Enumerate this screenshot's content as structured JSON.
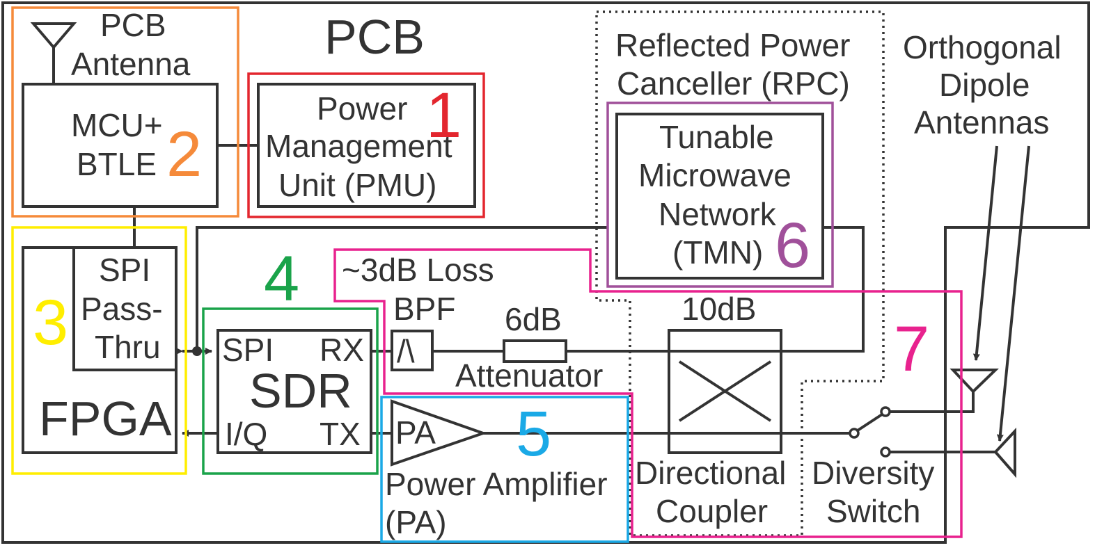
{
  "title": "PCB",
  "labels": {
    "pcb_antenna_1": "PCB",
    "pcb_antenna_2": "Antenna",
    "mcu_1": "MCU+",
    "mcu_2": "BTLE",
    "pmu_1": "Power",
    "pmu_2": "Management",
    "pmu_3": "Unit (PMU)",
    "rpc_1": "Reflected Power",
    "rpc_2": "Canceller (RPC)",
    "tmn_1": "Tunable",
    "tmn_2": "Microwave",
    "tmn_3": "Network",
    "tmn_4": "(TMN)",
    "dipole_1": "Orthogonal",
    "dipole_2": "Dipole",
    "dipole_3": "Antennas",
    "spi_pass_1": "SPI",
    "spi_pass_2": "Pass-",
    "spi_pass_3": "Thru",
    "fpga": "FPGA",
    "loss": "~3dB Loss",
    "bpf": "BPF",
    "bpf_symbol": "/\\",
    "atten_value": "6dB",
    "attenuator": "Attenuator",
    "coupler_value": "10dB",
    "coupler_1": "Directional",
    "coupler_2": "Coupler",
    "switch_1": "Diversity",
    "switch_2": "Switch",
    "sdr_spi": "SPI",
    "sdr_rx": "RX",
    "sdr": "SDR",
    "sdr_iq": "I/Q",
    "sdr_tx": "TX",
    "pa": "PA",
    "pa_1": "Power Amplifier",
    "pa_2": "(PA)"
  },
  "regions": [
    {
      "id": "1",
      "color": "#e3262e"
    },
    {
      "id": "2",
      "color": "#f58a3a"
    },
    {
      "id": "3",
      "color": "#ffee00"
    },
    {
      "id": "4",
      "color": "#1aa34a"
    },
    {
      "id": "5",
      "color": "#1aa9e6"
    },
    {
      "id": "6",
      "color": "#a0509a"
    },
    {
      "id": "7",
      "color": "#e8228e"
    }
  ],
  "line_color": "#333333"
}
